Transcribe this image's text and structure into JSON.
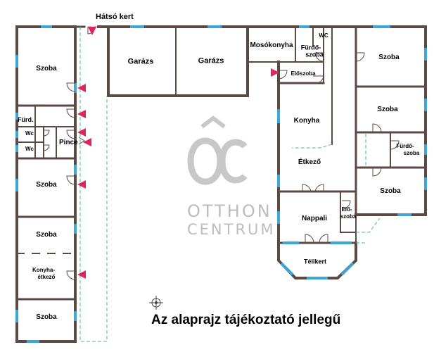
{
  "title": "Hátsó kert",
  "disclaimer": "Az alaprajz tájékoztató jellegű",
  "logo": {
    "line1": "OTTHON",
    "line2": "CENTRUM",
    "mark": "ÔC",
    "color": "#bdbdbd"
  },
  "colors": {
    "wall": "#5b4a44",
    "window": "#3aa7d6",
    "door_arrow": "#e0245e",
    "dash": "#3fbf8f"
  },
  "rooms": {
    "szoba": "Szoba",
    "furd_left": "Fürd.",
    "wc": "Wc",
    "pince": "Pince",
    "konyha_etkezo_1": "Konyha-",
    "konyha_etkezo_2": "étkező",
    "garazs": "Garázs",
    "mosokonyha": "Mosókonyha",
    "furdo_1": "Fürdő-",
    "furdo_2": "szoba",
    "wc_small": "WC",
    "eloszoba": "Előszoba",
    "elo_1": "Elő-",
    "elo_2": "szoba",
    "konyha": "Konyha",
    "etkezo": "Étkező",
    "nappali": "Nappali",
    "telikert": "Télikert"
  }
}
